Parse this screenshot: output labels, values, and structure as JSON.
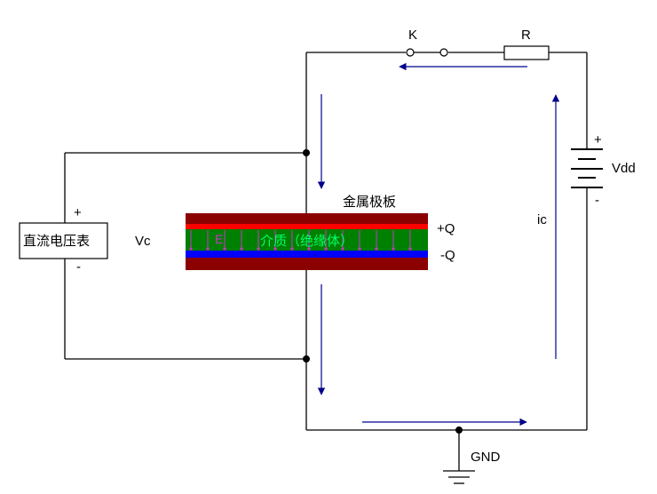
{
  "labels": {
    "switch": "K",
    "resistor": "R",
    "supply": "Vdd",
    "supply_plus": "+",
    "supply_minus": "-",
    "current": "ic",
    "ground": "GND",
    "plates": "金属极板",
    "pos_charge": "+Q",
    "neg_charge": "-Q",
    "field": "E",
    "dielectric": "介质（绝缘体）",
    "voltmeter": "直流电压表",
    "vm_plus": "+",
    "vm_minus": "-",
    "cap_voltage": "Vc"
  },
  "colors": {
    "wire": "#000000",
    "plate": "#8b0000",
    "pos_layer": "#ff0000",
    "neg_layer": "#0000ff",
    "dielectric": "#008000",
    "dielectric_text": "#00ff66",
    "field_lines": "#cc33cc",
    "current_arrows": "#00008b"
  }
}
